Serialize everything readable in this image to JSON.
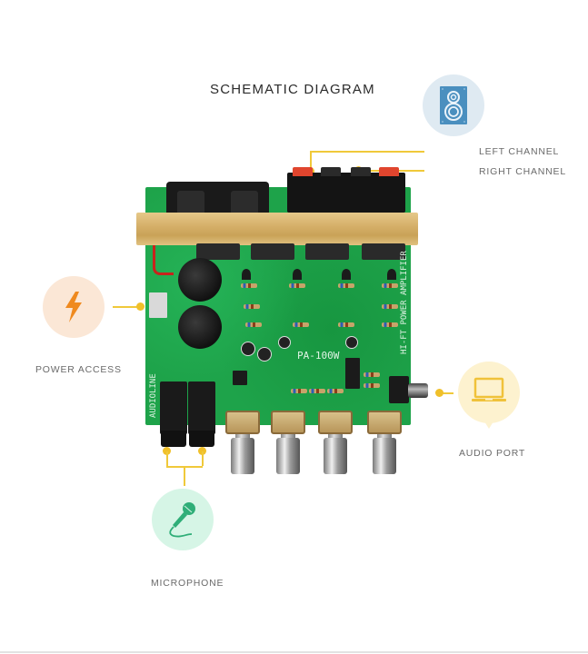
{
  "title": "SCHEMATIC DIAGRAM",
  "callouts": {
    "speaker": {
      "icon": "speaker-icon",
      "circle_color": "#dfeaf2",
      "icon_color": "#4a8fbf",
      "labels": [
        "LEFT CHANNEL",
        "RIGHT CHANNEL"
      ]
    },
    "power": {
      "icon": "lightning-bolt-icon",
      "label": "POWER ACCESS",
      "circle_color": "#fbe7d6",
      "icon_color": "#ef8a1f"
    },
    "audio": {
      "icon": "laptop-icon",
      "label": "AUDIO PORT",
      "circle_color": "#fdf2cf",
      "icon_color": "#f0c23a"
    },
    "microphone": {
      "icon": "microphone-icon",
      "label": "MICROPHONE",
      "circle_color": "#d6f5e6",
      "icon_color": "#2fae78"
    }
  },
  "connector_color": "#f0c02a",
  "board": {
    "model_text": "PA-100W",
    "side_text_right": "HI-FT POWER AMPLIFIER",
    "side_text_left": "AUDIOLINE",
    "board_color": "#1ea34a",
    "heatsink_color": "#d6b06a",
    "terminal_key_colors": [
      "#e0452e",
      "#222222",
      "#222222",
      "#e0452e"
    ]
  }
}
